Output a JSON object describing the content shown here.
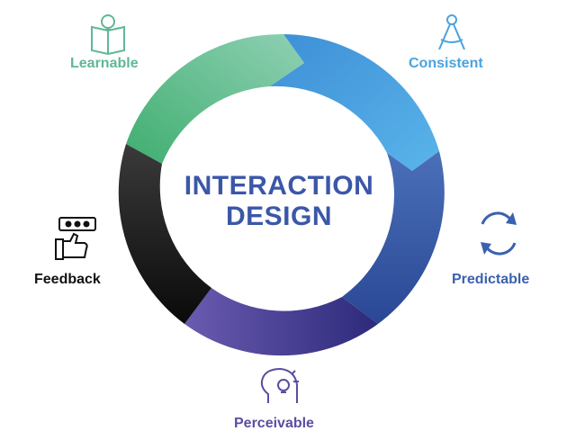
{
  "center": {
    "line1": "INTERACTION",
    "line2": "DESIGN"
  },
  "segments": [
    {
      "label": "Consistent",
      "icon": "compass-icon",
      "color": "#4aa3df"
    },
    {
      "label": "Predictable",
      "icon": "cycle-arrows-icon",
      "color": "#3a62ae"
    },
    {
      "label": "Perceivable",
      "icon": "head-lightbulb-icon",
      "color": "#5a4ea1"
    },
    {
      "label": "Feedback",
      "icon": "thumbs-up-stars-icon",
      "color": "#111111"
    },
    {
      "label": "Learnable",
      "icon": "book-lightbulb-icon",
      "color": "#5fb894"
    }
  ]
}
